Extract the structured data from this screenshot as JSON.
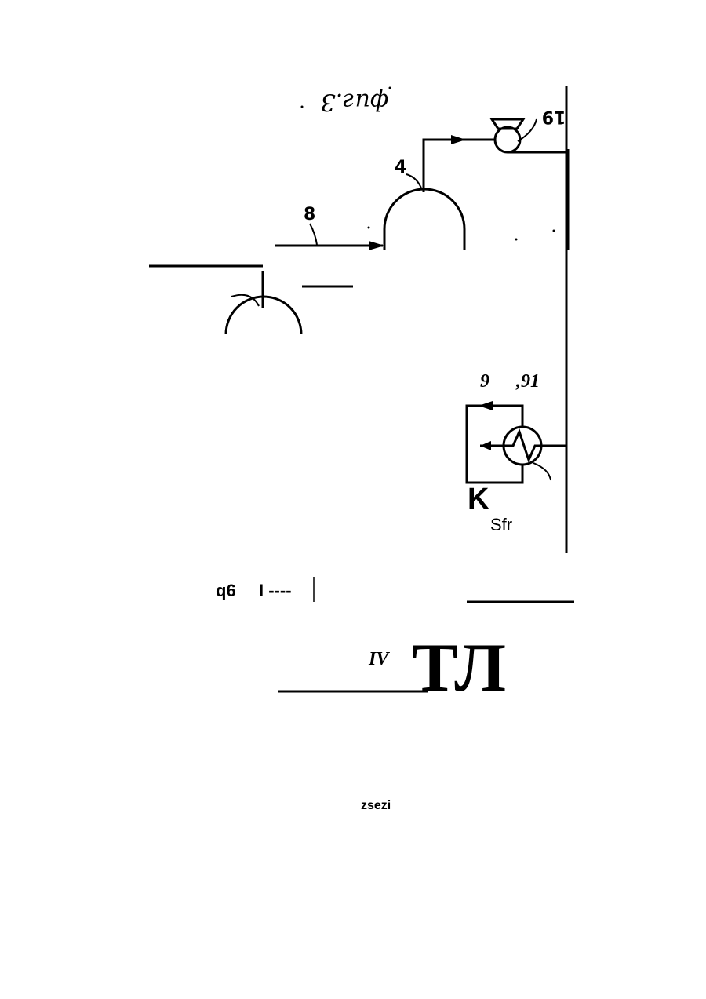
{
  "figure": {
    "caption_upside_down": "фиг.3",
    "labels": {
      "l19": "19",
      "l4": "4",
      "l8": "8",
      "l9": "9",
      "l91": ",91",
      "k": "K",
      "sfr": "Sfr",
      "q6": "q6",
      "dash": "I ----",
      "iv": "IV",
      "tl": "ТЛ",
      "zsezi": "zsezi"
    },
    "colors": {
      "ink": "#000000",
      "paper": "#ffffff"
    },
    "icons": [
      "flow-arrow-icon",
      "pump-icon",
      "heat-exchanger-icon"
    ]
  }
}
